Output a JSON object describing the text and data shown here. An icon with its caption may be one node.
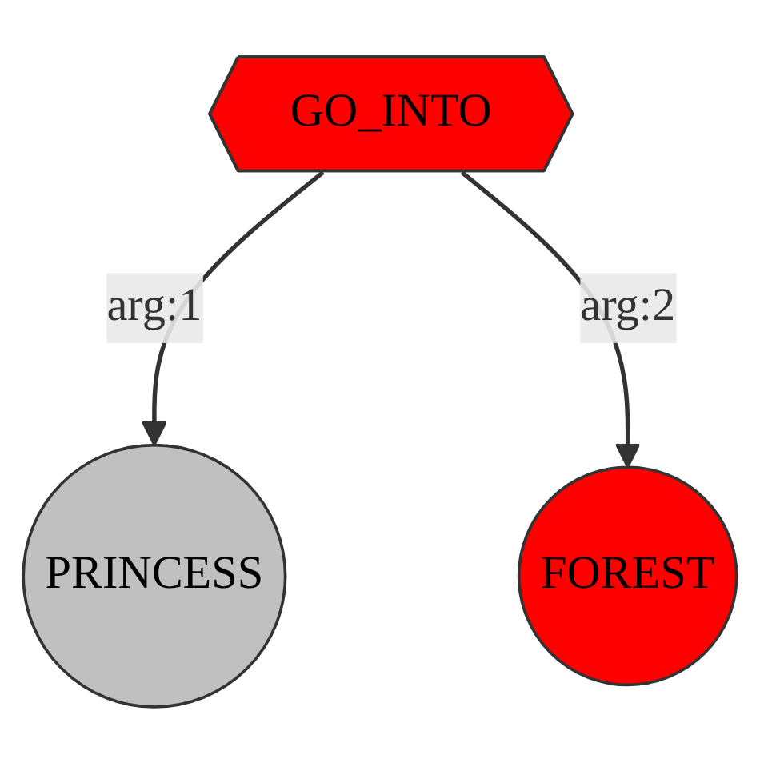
{
  "diagram": {
    "nodes": [
      {
        "text": [
          "GO_INTO"
        ]
      },
      {
        "text": [
          "PRINCESS"
        ]
      },
      {
        "text": [
          "FOREST"
        ]
      }
    ],
    "edges": [
      {
        "from": 0,
        "to": 1,
        "arrow": "to",
        "label": "arg:1"
      },
      {
        "from": 0,
        "to": 2,
        "arrow": "to",
        "label": "arg:2"
      }
    ]
  }
}
